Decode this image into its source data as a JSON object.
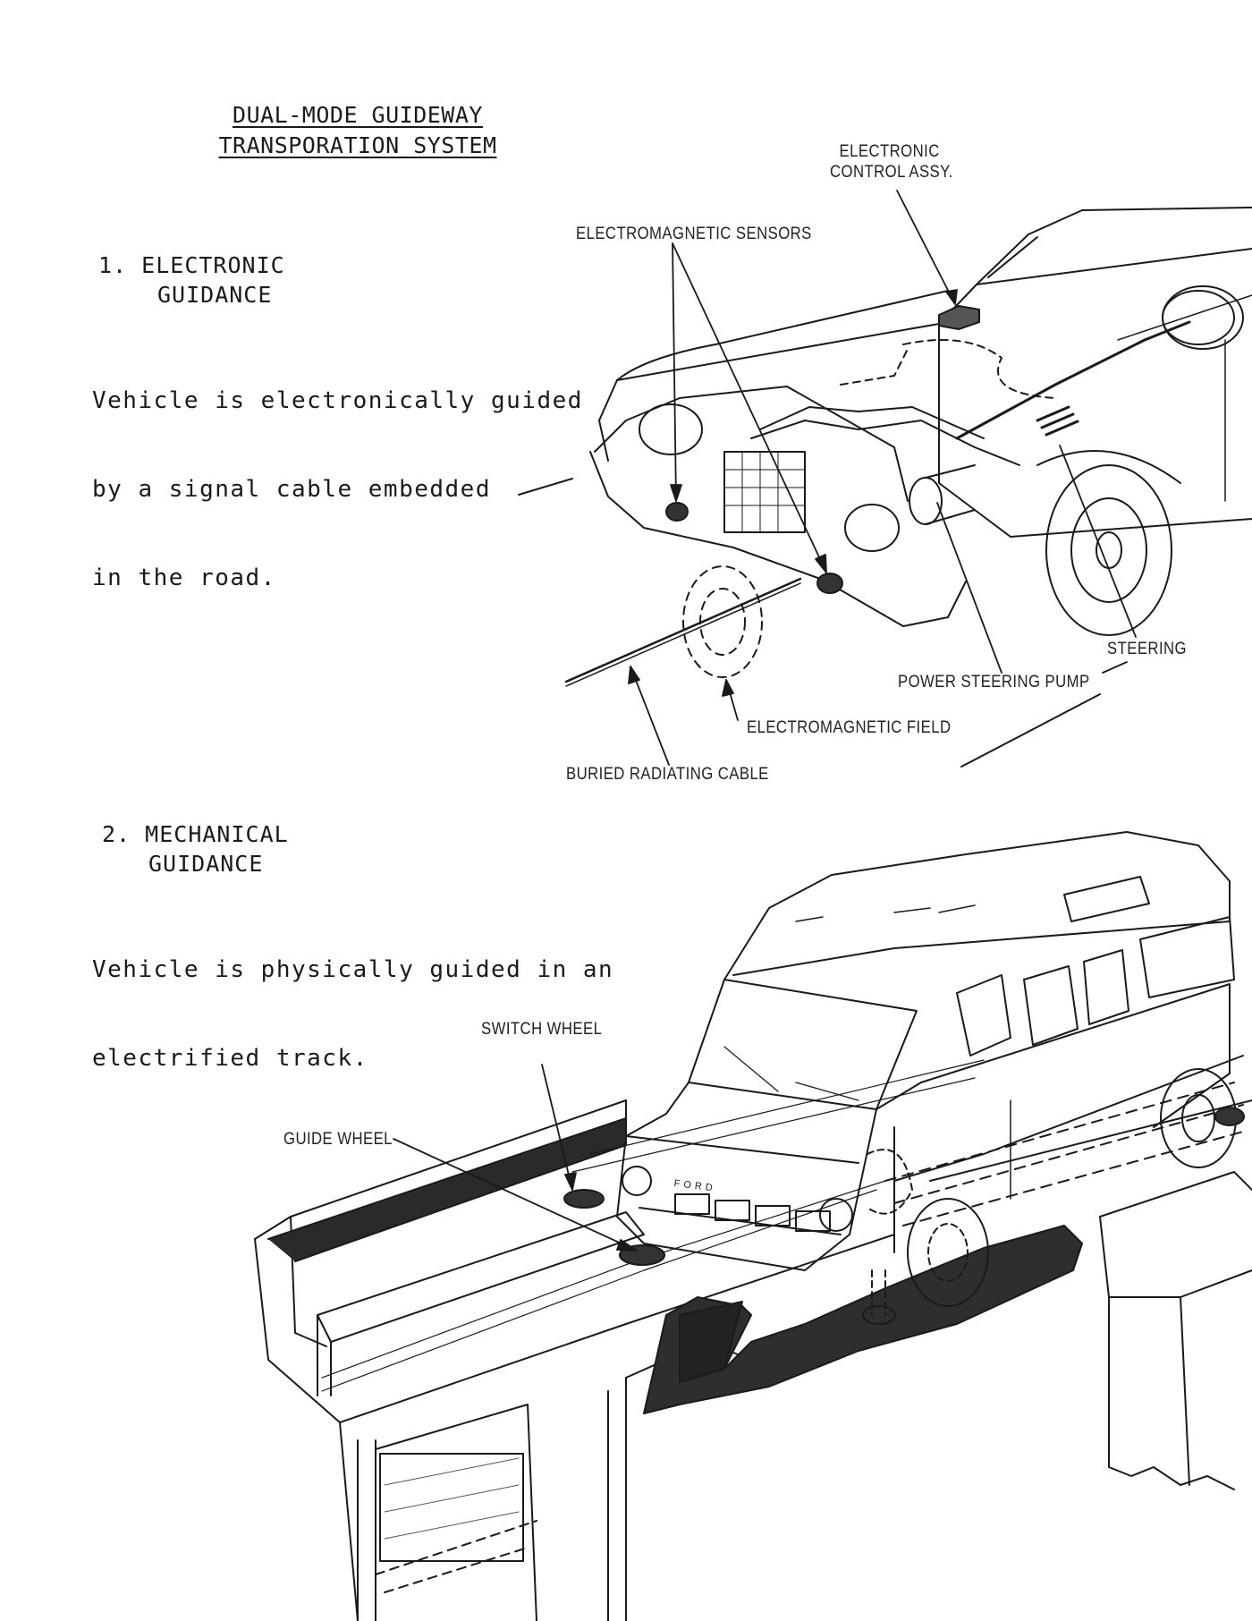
{
  "page": {
    "title_line1": "DUAL-MODE GUIDEWAY",
    "title_line2": "TRANSPORATION SYSTEM"
  },
  "section1": {
    "heading_number": "1.",
    "heading_line1": "ELECTRONIC",
    "heading_line2": "GUIDANCE",
    "text_line1": "Vehicle is electronically guided",
    "text_line2": "by a signal cable embedded",
    "text_line3": "in the road.",
    "labels": {
      "control_assy_line1": "ELECTRONIC",
      "control_assy_line2": "CONTROL ASSY.",
      "sensors": "ELECTROMAGNETIC SENSORS",
      "steering": "STEERING",
      "pump": "POWER STEERING PUMP",
      "field": "ELECTROMAGNETIC FIELD",
      "cable": "BURIED RADIATING CABLE"
    }
  },
  "section2": {
    "heading_number": "2.",
    "heading_line1": "MECHANICAL",
    "heading_line2": "GUIDANCE",
    "text_line1": "Vehicle is physically guided in an",
    "text_line2": "electrified track.",
    "labels": {
      "switch_wheel": "SWITCH WHEEL",
      "guide_wheel": "GUIDE WHEEL",
      "grille_text": "F O R D"
    }
  }
}
